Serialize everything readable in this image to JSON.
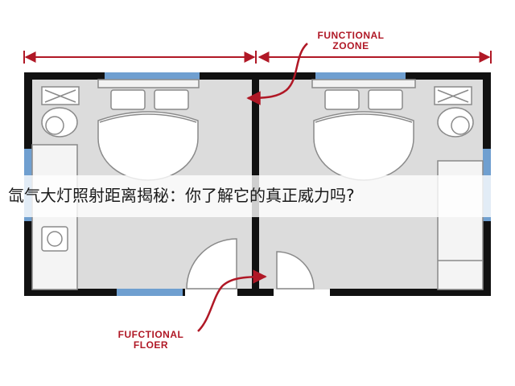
{
  "annotations": {
    "functional_zone": {
      "line1": "FUNCTIONAL",
      "line2": "ZOONE"
    },
    "functional_floor": {
      "line1": "FUFCTIONAL",
      "line2": "FLOER"
    }
  },
  "banner": {
    "title": "氙气大灯照射距离揭秘：你了解它的真正威力吗?"
  },
  "colors": {
    "wall": "#111111",
    "floor": "#dcdcdc",
    "window": "#6f9fd0",
    "annotation": "#b01826",
    "furniture_fill": "#ffffff",
    "furniture_stroke": "#8a8a8a"
  },
  "icons": [
    "dimension-arrow",
    "curved-pointer-arrow",
    "bed",
    "pillow",
    "armchair",
    "door-swing",
    "sink"
  ]
}
